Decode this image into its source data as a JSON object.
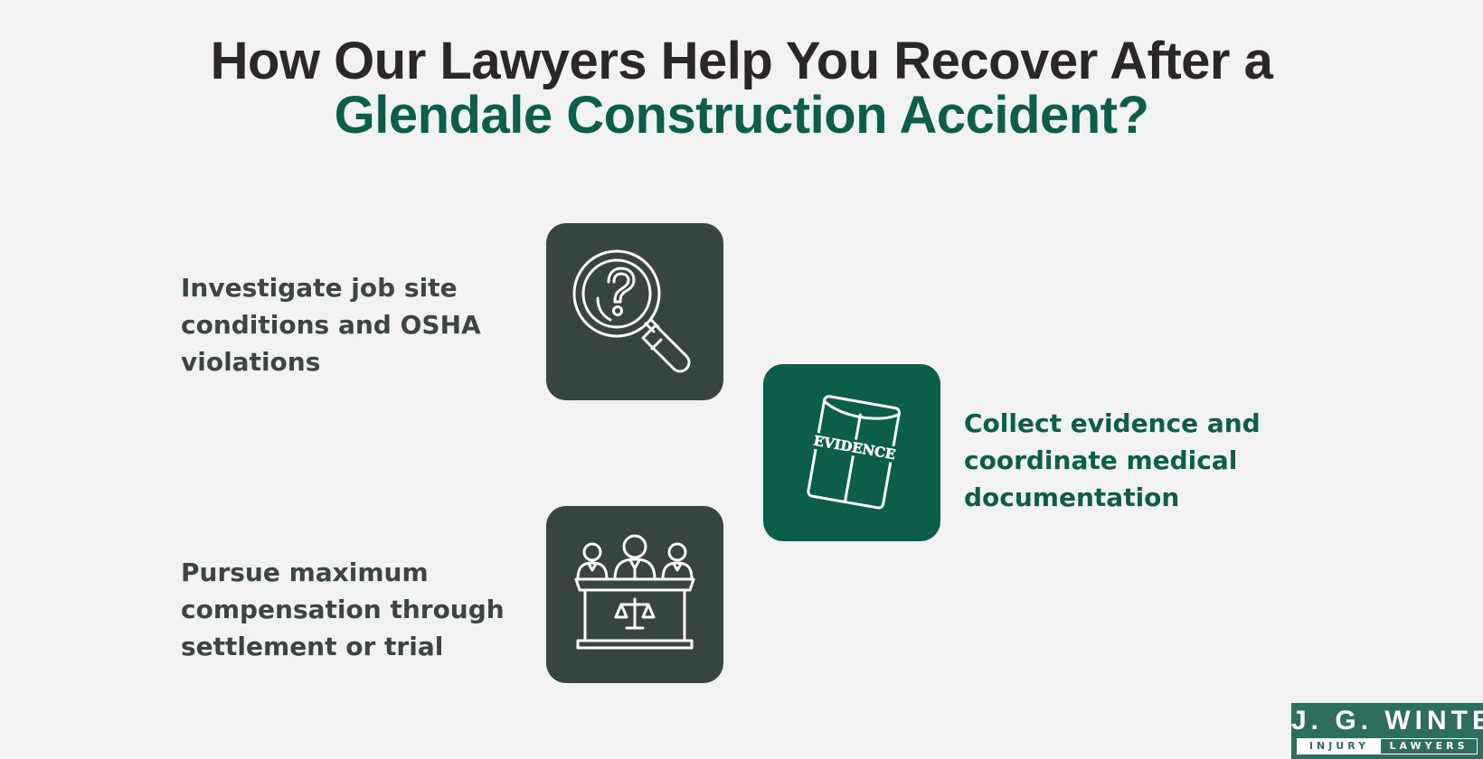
{
  "title": {
    "line1": "How Our Lawyers Help You Recover After a",
    "line2": "Glendale Construction Accident?",
    "line1_color": "#2b2726",
    "line2_color": "#0b5e4a"
  },
  "steps": [
    {
      "text": "Investigate job site conditions and OSHA violations",
      "icon": "magnifier-question-icon",
      "tile_color": "#374440",
      "text_color": "#3d4543"
    },
    {
      "text": "Collect evidence and coordinate medical documentation",
      "icon": "evidence-envelope-icon",
      "icon_label": "EVIDENCE",
      "tile_color": "#0b5e4a",
      "text_color": "#0b5e4a"
    },
    {
      "text": "Pursue maximum compensation through settlement or trial",
      "icon": "courtroom-judges-icon",
      "tile_color": "#374440",
      "text_color": "#3d4543"
    }
  ],
  "logo": {
    "name": "J. G. WINTER",
    "injury": "INJURY",
    "lawyers": "LAWYERS",
    "background": "#2e6e5c"
  },
  "colors": {
    "background": "#f2f2f2",
    "accent": "#0b5e4a",
    "dark_tile": "#374440"
  }
}
